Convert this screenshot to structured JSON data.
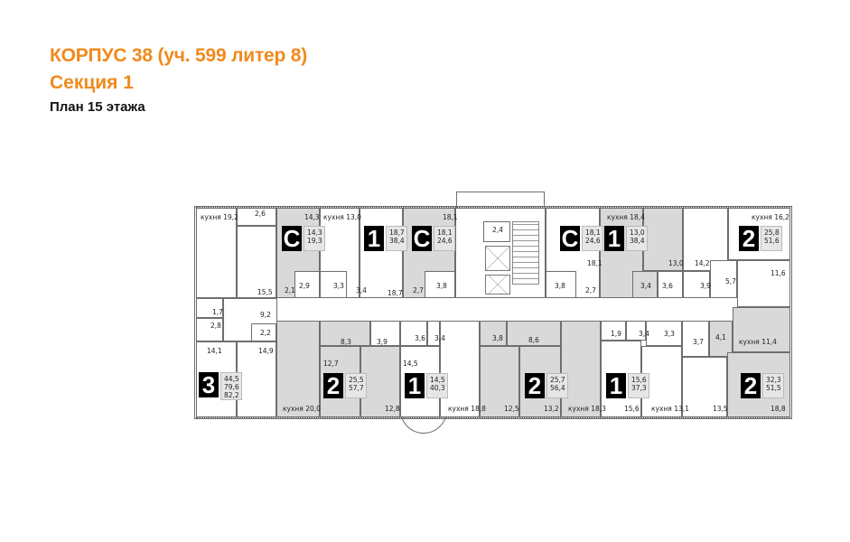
{
  "header": {
    "title": "КОРПУС 38 (уч. 599 литер 8)",
    "section": "Секция 1",
    "floor_plan": "План 15 этажа"
  },
  "colors": {
    "title": "#f08a1c",
    "badge_bg": "#000000",
    "shaded_apartment": "#d9d9d9",
    "walls": "#6e6e6e"
  },
  "apartments": [
    {
      "id": "a1",
      "type": "3",
      "areas": [
        "44,5",
        "79,6",
        "82,2"
      ]
    },
    {
      "id": "a2",
      "type": "C",
      "areas": [
        "14,3",
        "19,3"
      ]
    },
    {
      "id": "a3",
      "type": "1",
      "areas": [
        "18,7",
        "38,4"
      ]
    },
    {
      "id": "a4",
      "type": "C",
      "areas": [
        "18,1",
        "24,6"
      ]
    },
    {
      "id": "a5",
      "type": "C",
      "areas": [
        "18,1",
        "24,6"
      ]
    },
    {
      "id": "a6",
      "type": "1",
      "areas": [
        "13,0",
        "38,4"
      ]
    },
    {
      "id": "a7",
      "type": "2",
      "areas": [
        "25,8",
        "51,6"
      ]
    },
    {
      "id": "a8",
      "type": "2",
      "areas": [
        "25,5",
        "57,7"
      ]
    },
    {
      "id": "a9",
      "type": "1",
      "areas": [
        "14,5",
        "40,3"
      ]
    },
    {
      "id": "a10",
      "type": "2",
      "areas": [
        "25,7",
        "56,4"
      ]
    },
    {
      "id": "a11",
      "type": "1",
      "areas": [
        "15,6",
        "37,3"
      ]
    },
    {
      "id": "a12",
      "type": "2",
      "areas": [
        "32,3",
        "51,5"
      ]
    }
  ],
  "room_labels": {
    "r1": "кухня 19,2",
    "r2": "2,6",
    "r3": "14,3",
    "r4": "кухня 13,0",
    "r5": "18,1",
    "r6": "2,4",
    "r7": "кухня 18,4",
    "r8": "кухня 16,2",
    "r9": "18,1",
    "r10": "13,0",
    "r11": "14,2",
    "r12": "11,6",
    "r13": "15,5",
    "r14": "2,1",
    "r15": "2,9",
    "r16": "3,3",
    "r17": "3,4",
    "r18": "18,7",
    "r19": "2,7",
    "r20": "3,8",
    "r21": "3,8",
    "r22": "2,7",
    "r23": "3,4",
    "r24": "3,6",
    "r25": "3,9",
    "r26": "5,7",
    "r27": "1,7",
    "r28": "9,2",
    "r29": "2,8",
    "r30": "2,2",
    "r31": "14,1",
    "r32": "14,9",
    "r33": "8,3",
    "r34": "3,9",
    "r35": "3,6",
    "r36": "3,4",
    "r37": "3,8",
    "r38": "8,6",
    "r39": "1,9",
    "r40": "3,4",
    "r41": "3,3",
    "r42": "3,7",
    "r43": "4,1",
    "r44": "кухня 11,4",
    "r45": "12,7",
    "r46": "14,5",
    "r47": "кухня 20,0",
    "r48": "12,8",
    "r49": "кухня 18,8",
    "r50": "12,5",
    "r51": "13,2",
    "r52": "кухня 18,3",
    "r53": "15,6",
    "r54": "кухня 13,1",
    "r55": "13,5",
    "r56": "18,8"
  }
}
